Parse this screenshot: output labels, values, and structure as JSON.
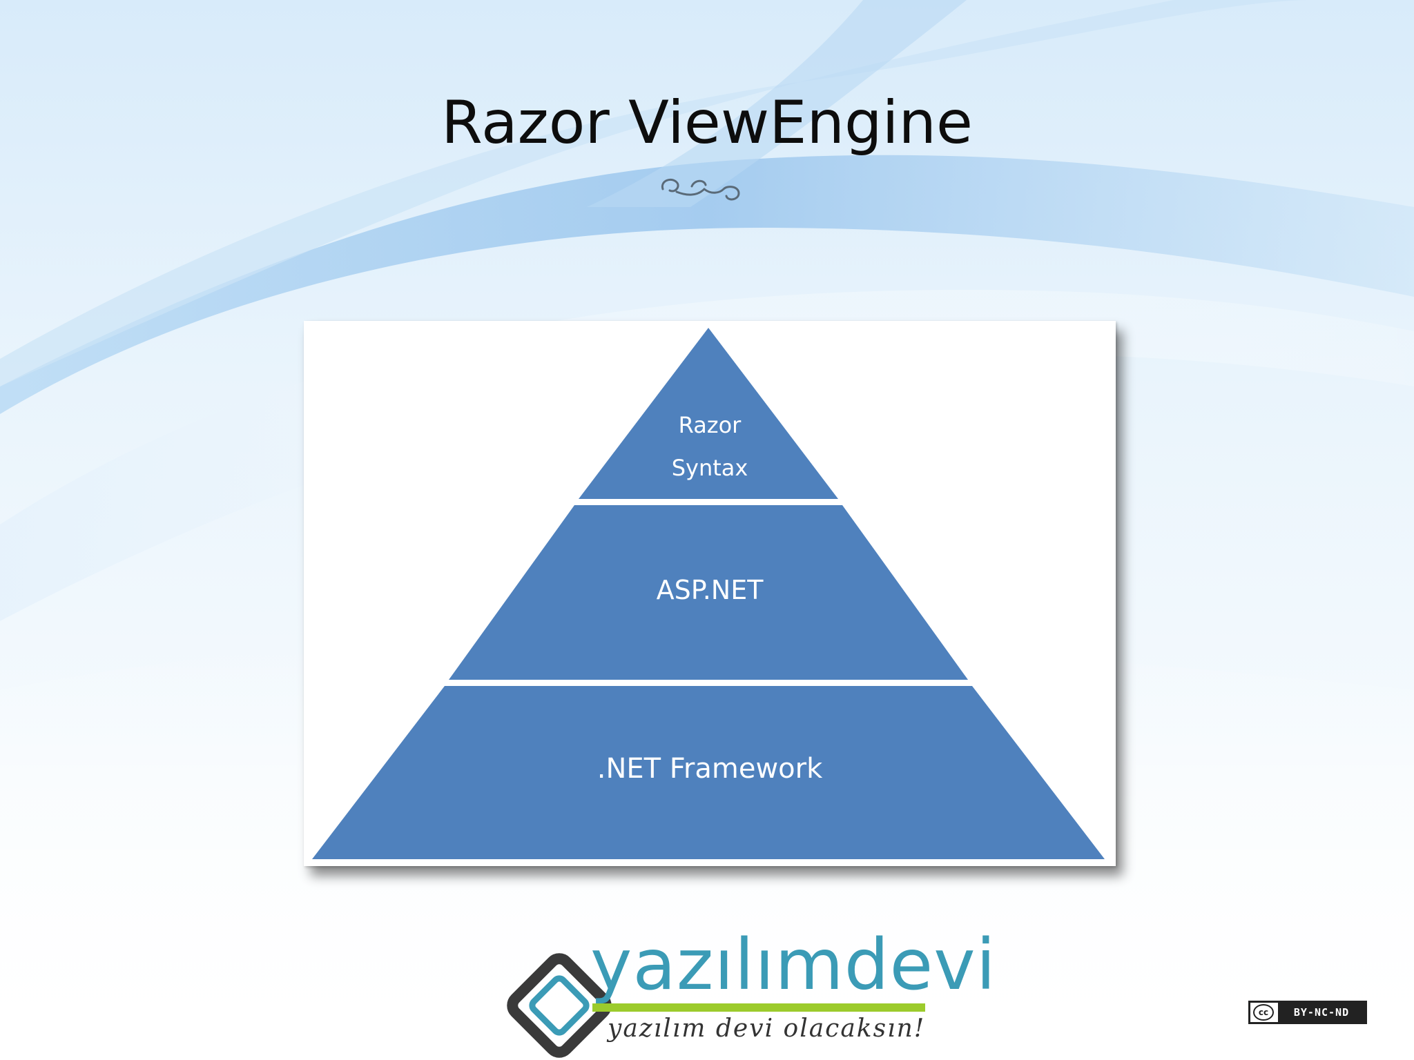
{
  "slide": {
    "title": "Razor ViewEngine"
  },
  "diagram": {
    "type": "pyramid",
    "fill_color": "#4f81bd",
    "layers": [
      {
        "label_lines": [
          "Razor",
          "Syntax"
        ]
      },
      {
        "label_lines": [
          "ASP.NET"
        ]
      },
      {
        "label_lines": [
          ".NET Framework"
        ]
      }
    ]
  },
  "logo": {
    "name": "yazılımdevi",
    "tagline": "yazılım devi olacaksın!",
    "text_color": "#3b9bb6",
    "bar_color": "#9ccb2c"
  },
  "license": {
    "icon": "cc-icon",
    "circle_text": "cc",
    "text": "BY-NC-ND"
  },
  "colors": {
    "accent_blue": "#a9cdee",
    "title_color": "#0d0d0d"
  }
}
